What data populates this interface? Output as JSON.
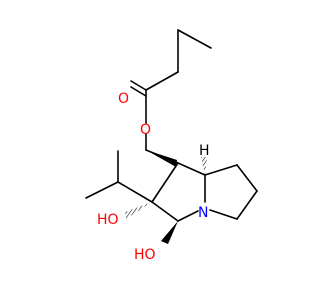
{
  "colors": {
    "bond": "#000000",
    "oxygen": "#ff0000",
    "nitrogen": "#0000ff",
    "background": "#ffffff"
  },
  "atoms": {
    "ester_carbonyl_o": "O",
    "ester_link_o": "O",
    "ring_nitrogen": "N",
    "hydroxyl_left": "HO",
    "hydroxyl_bottom": "HO",
    "stereo_h": "H"
  }
}
